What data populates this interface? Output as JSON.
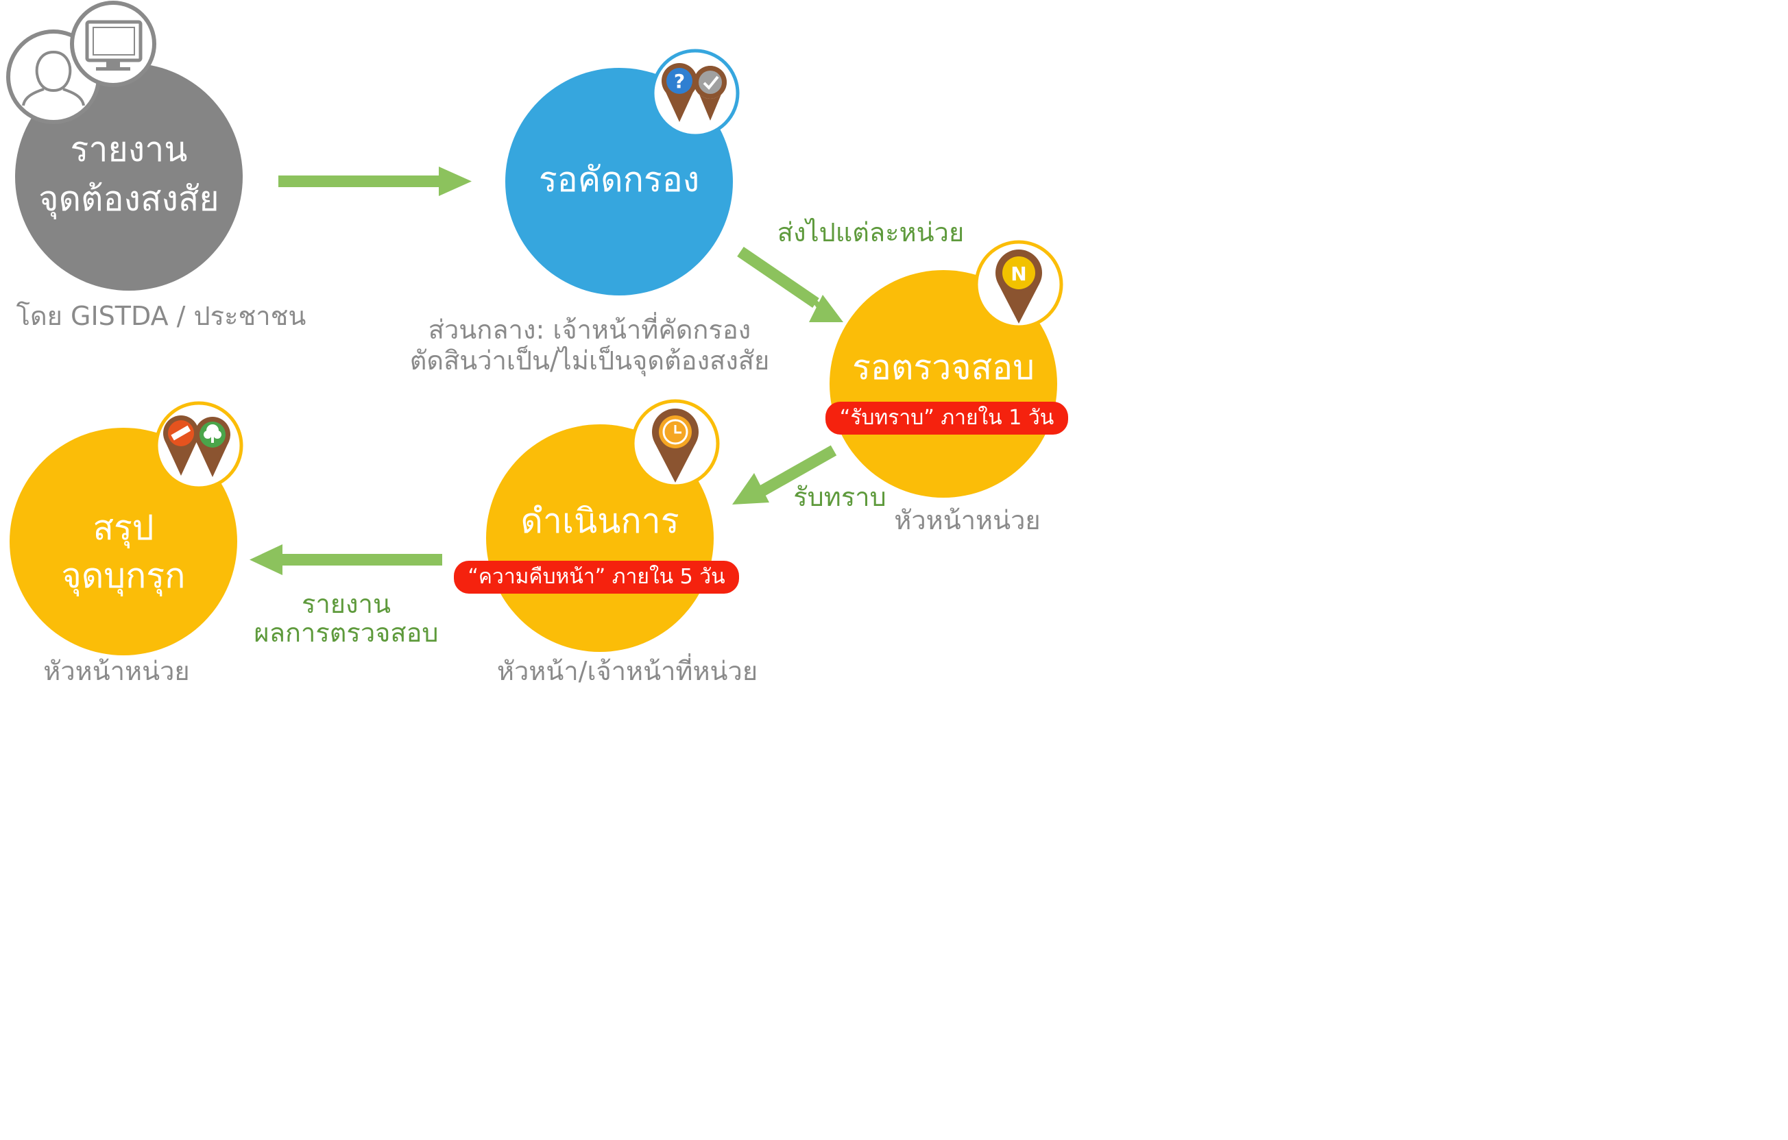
{
  "colors": {
    "gray": "#858585",
    "blue": "#36a6de",
    "yellow": "#fbbd08",
    "green_arrow": "#8cc25d",
    "green_text": "#5e9a3c",
    "red_badge": "#f5220e",
    "pin_brown": "#8b5430",
    "caption_gray": "#8a8a8a"
  },
  "nodes": {
    "report": {
      "title_line1": "รายงาน",
      "title_line2": "จุดต้องสงสัย",
      "caption": "โดย GISTDA / ประชาชน",
      "icons": [
        "user-icon",
        "monitor-icon"
      ]
    },
    "screening": {
      "title": "รอคัดกรอง",
      "caption_line1": "ส่วนกลาง: เจ้าหน้าที่คัดกรอง",
      "caption_line2": "ตัดสินว่าเป็น/ไม่เป็นจุดต้องสงสัย",
      "icons": [
        "question-pin-icon",
        "checkmark-pin-icon"
      ]
    },
    "inspect": {
      "title": "รอตรวจสอบ",
      "badge": "“รับทราบ” ภายใน 1 วัน",
      "caption": "หัวหน้าหน่วย",
      "icons": [
        "new-pin-icon"
      ]
    },
    "operate": {
      "title": "ดำเนินการ",
      "badge": "“ความคืบหน้า” ภายใน 5 วัน",
      "caption": "หัวหน้า/เจ้าหน้าที่หน่วย",
      "icons": [
        "clock-pin-icon"
      ]
    },
    "summary": {
      "title_line1": "สรุป",
      "title_line2": "จุดบุกรุก",
      "caption": "หัวหน้าหน่วย",
      "icons": [
        "saw-pin-icon",
        "tree-pin-icon"
      ]
    }
  },
  "arrows": {
    "to_units": "ส่งไปแต่ละหน่วย",
    "acknowledge": "รับทราบ",
    "report_result_line1": "รายงาน",
    "report_result_line2": "ผลการตรวจสอบ"
  }
}
